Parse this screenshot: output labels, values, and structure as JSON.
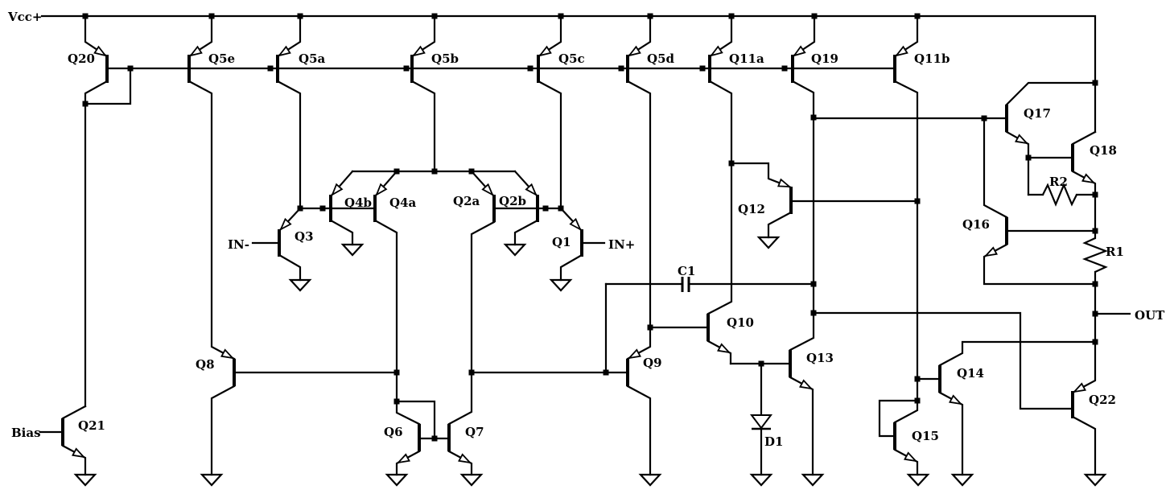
{
  "schematic": {
    "description": "Operational amplifier transistor-level schematic",
    "colors": {
      "wire": "#000000",
      "background": "#ffffff"
    },
    "labels": {
      "vcc": "Vcc+",
      "bias": "Bias",
      "in_minus": "IN-",
      "in_plus": "IN+",
      "out": "OUT",
      "q1": "Q1",
      "q2a": "Q2a",
      "q2b": "Q2b",
      "q3": "Q3",
      "q4a": "Q4a",
      "q4b": "Q4b",
      "q5a": "Q5a",
      "q5b": "Q5b",
      "q5c": "Q5c",
      "q5d": "Q5d",
      "q5e": "Q5e",
      "q6": "Q6",
      "q7": "Q7",
      "q8": "Q8",
      "q9": "Q9",
      "q10": "Q10",
      "q11a": "Q11a",
      "q11b": "Q11b",
      "q12": "Q12",
      "q13": "Q13",
      "q14": "Q14",
      "q15": "Q15",
      "q16": "Q16",
      "q17": "Q17",
      "q18": "Q18",
      "q19": "Q19",
      "q20": "Q20",
      "q21": "Q21",
      "q22": "Q22",
      "r1": "R1",
      "r2": "R2",
      "c1": "C1",
      "d1": "D1"
    }
  }
}
